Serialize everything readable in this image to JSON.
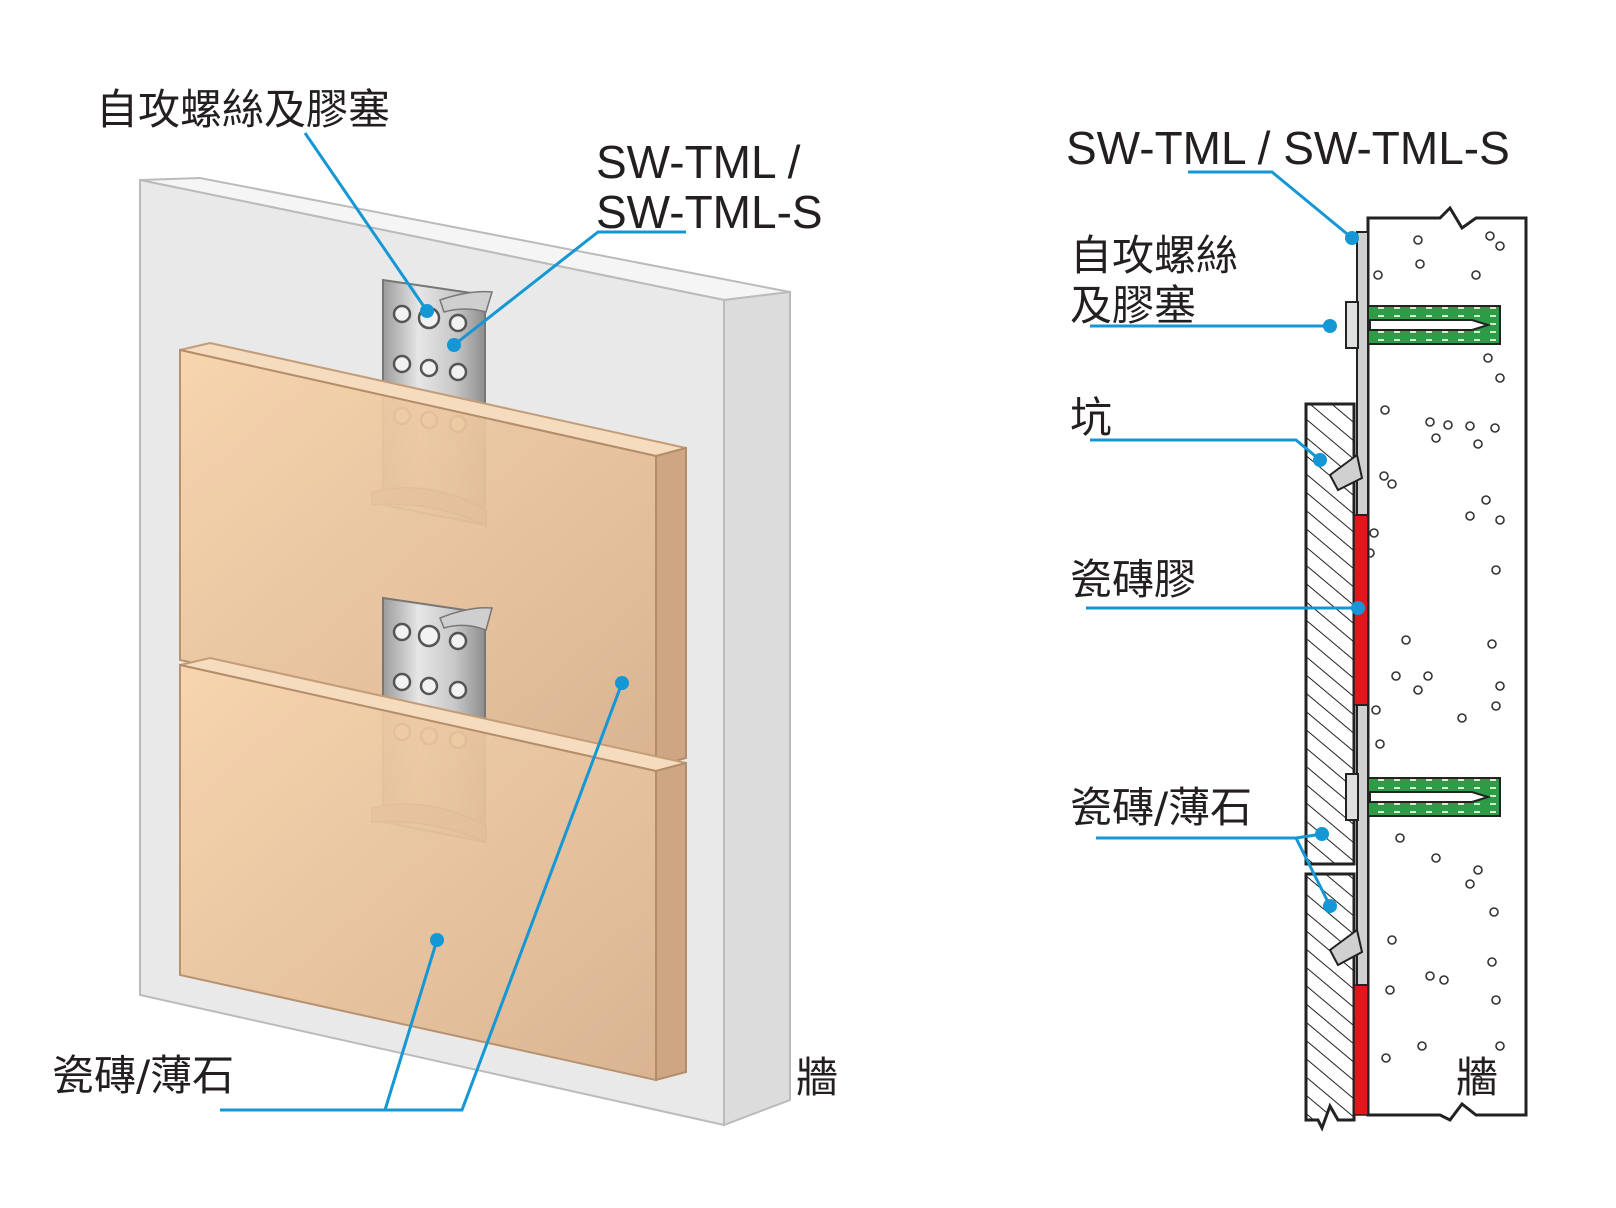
{
  "left_figure": {
    "label_screw_anchor": "自攻螺絲及膠塞",
    "label_product_line1": "SW-TML /",
    "label_product_line2": "SW-TML-S",
    "label_tile": "瓷磚/薄石",
    "label_wall": "牆"
  },
  "right_figure": {
    "label_product": "SW-TML / SW-TML-S",
    "label_screw_line1": "自攻螺絲",
    "label_screw_line2": "及膠塞",
    "label_groove": "坑",
    "label_adhesive": "瓷磚膠",
    "label_tile": "瓷磚/薄石",
    "label_wall": "牆"
  },
  "colors": {
    "leader": "#1497d4",
    "tile": "#f0c9a0",
    "adhesive": "#e8141b",
    "anchor": "#2e9b47",
    "wall": "#ececec"
  }
}
